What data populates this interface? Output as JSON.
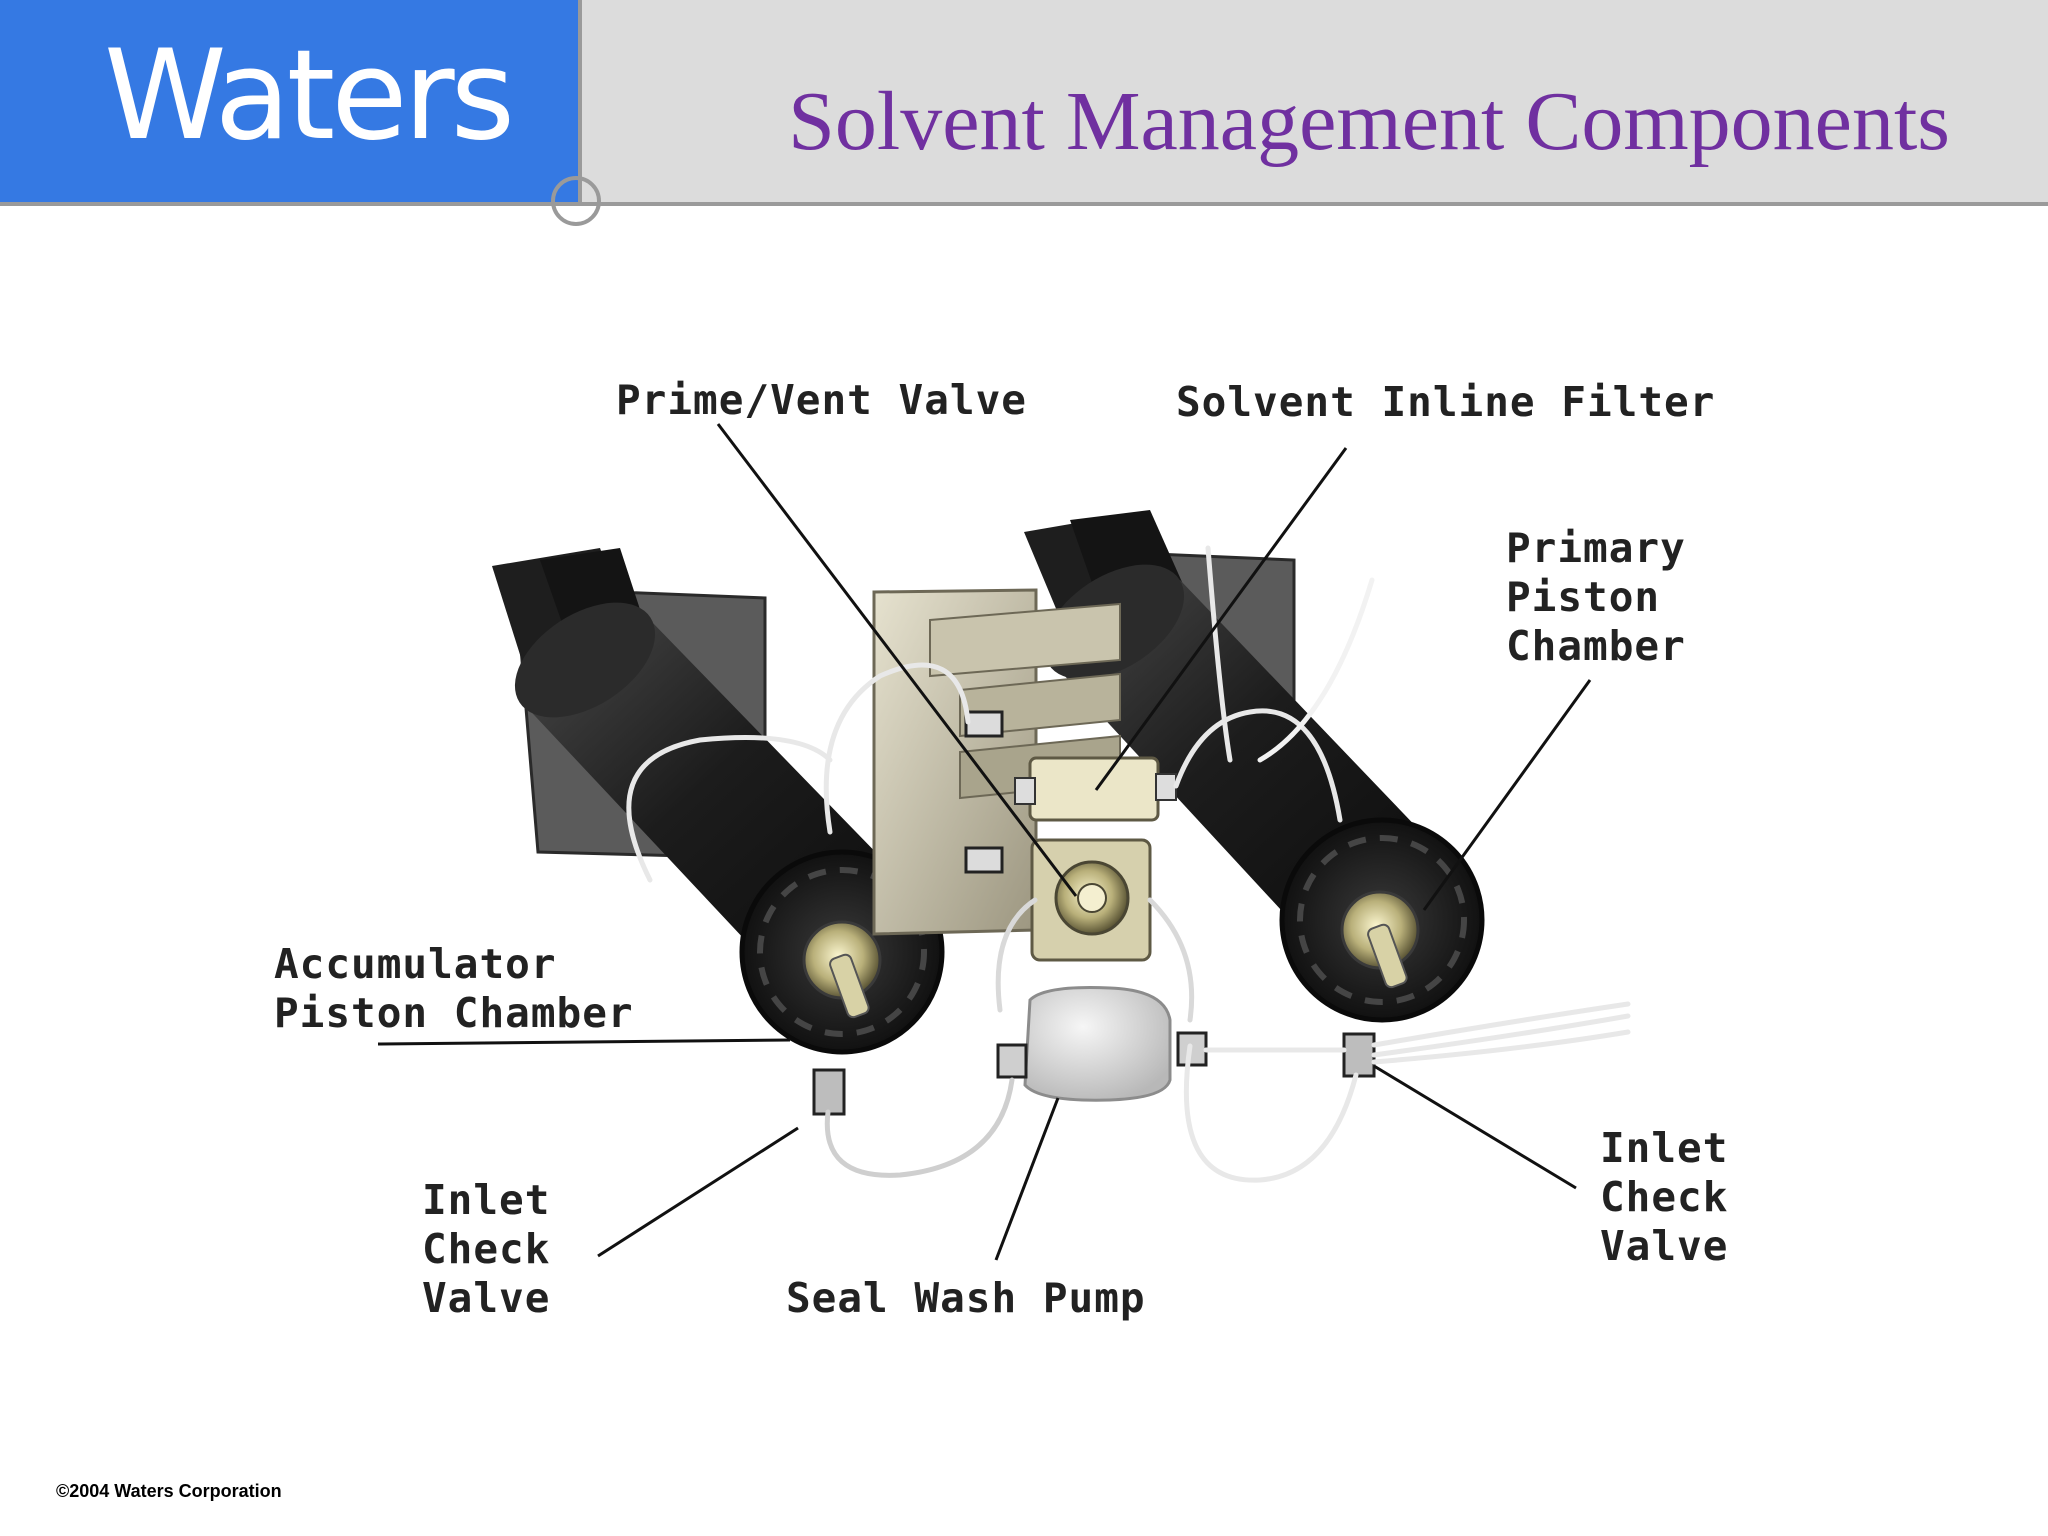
{
  "header": {
    "logo_text": "Waters",
    "title": "Solvent Management Components"
  },
  "diagram": {
    "labels": {
      "prime_vent_valve": "Prime/Vent Valve",
      "solvent_inline_filter": "Solvent Inline Filter",
      "primary_piston_chamber": "Primary\nPiston\nChamber",
      "accumulator_piston_chamber": "Accumulator\nPiston Chamber",
      "inlet_check_valve_left": "Inlet\nCheck\nValve",
      "seal_wash_pump": "Seal Wash Pump",
      "inlet_check_valve_right": "Inlet\nCheck\nValve"
    }
  },
  "footer": {
    "copyright": "©2004 Waters Corporation"
  }
}
